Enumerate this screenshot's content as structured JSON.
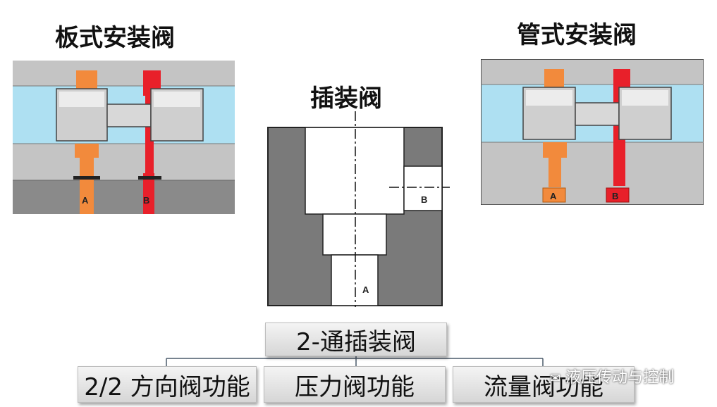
{
  "titles": {
    "plate": "板式安装阀",
    "cartridge": "插装阀",
    "pipe": "管式安装阀"
  },
  "ports": {
    "a": "A",
    "b": "B"
  },
  "root_box": "2-通插装阀",
  "functions": [
    "2/2 方向阀功能",
    "压力阀功能",
    "流量阀功能"
  ],
  "watermark": "液压传动与控制",
  "colors": {
    "oil_a": "#f28a3c",
    "oil_b": "#e8202a",
    "light_blue": "#aee0f2",
    "body_gray": "#c4c4c4",
    "dark_gray": "#858585",
    "cartridge_gray": "#7a7a7a"
  }
}
